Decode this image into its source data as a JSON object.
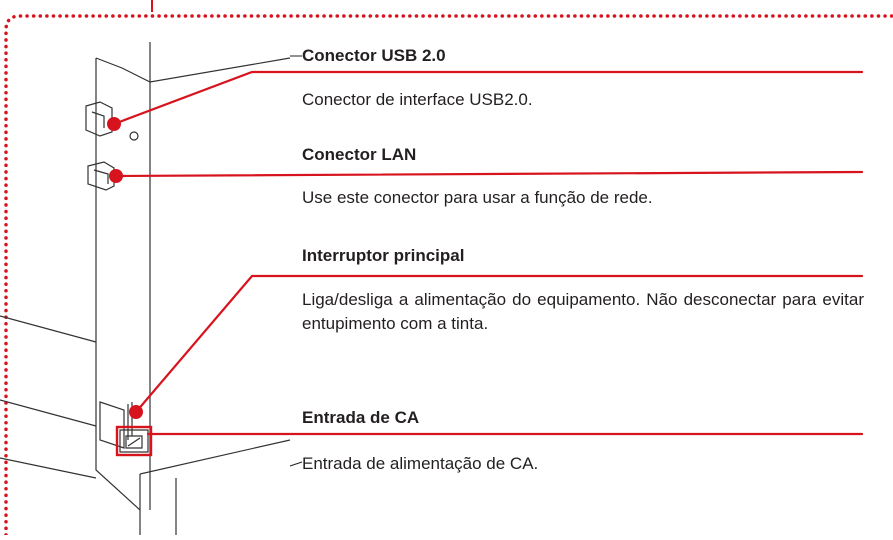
{
  "colors": {
    "accent_red": "#d7141e",
    "line_gray": "#231f20",
    "drawing_stroke": "#333333"
  },
  "callouts": [
    {
      "id": "usb",
      "title": "Conector USB 2.0",
      "description": "Conector de interface USB2.0."
    },
    {
      "id": "lan",
      "title": "Conector LAN",
      "description": "Use este conector para usar a função de rede."
    },
    {
      "id": "power-switch",
      "title": "Interruptor principal",
      "description": "Liga/desliga a alimentação do equipamento. Não desconectar para evitar entupimento com a tinta."
    },
    {
      "id": "ac-inlet",
      "title": "Entrada de CA",
      "description": "Entrada de alimentação de CA."
    }
  ]
}
